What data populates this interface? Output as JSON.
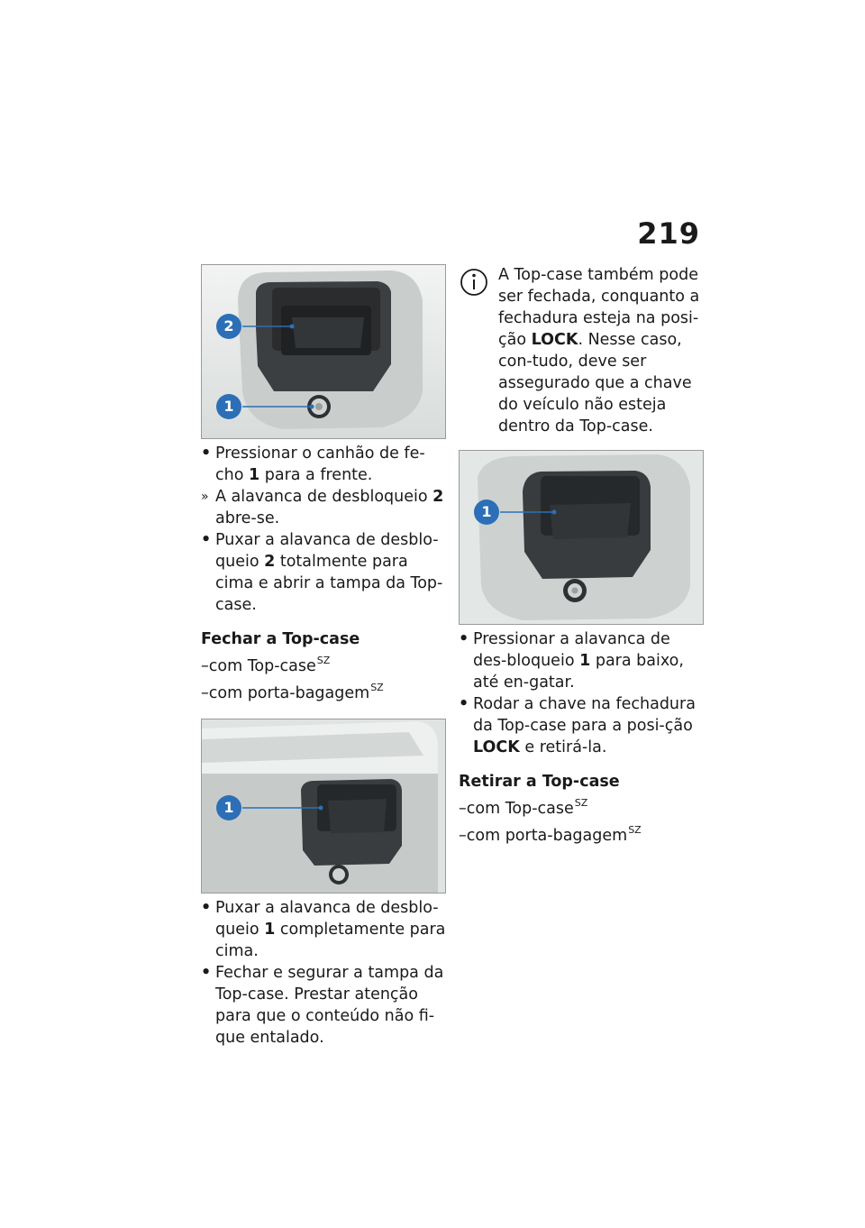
{
  "page_number": "219",
  "left_column": {
    "figure1": {
      "callouts": [
        "2",
        "1"
      ]
    },
    "steps1": [
      {
        "type": "bullet",
        "mark": "•",
        "before": "Pressionar o canhão de fe-cho ",
        "bold": "1",
        "after": " para a frente."
      },
      {
        "type": "result",
        "mark": "»",
        "before": "A alavanca de desbloqueio ",
        "bold": "2",
        "after": " abre-se."
      },
      {
        "type": "bullet",
        "mark": "•",
        "before": "Puxar a alavanca de desblo-queio ",
        "bold": "2",
        "after": " totalmente para cima e abrir a tampa da Top-case."
      }
    ],
    "heading": "Fechar a Top-case",
    "preconditions": [
      {
        "text": "–com Top-case",
        "sup": "SZ"
      },
      {
        "text": "–com porta-bagagem",
        "sup": "SZ"
      }
    ],
    "figure2": {
      "callouts": [
        "1"
      ]
    },
    "steps2": [
      {
        "type": "bullet",
        "mark": "•",
        "before": "Puxar a alavanca de desblo-queio ",
        "bold": "1",
        "after": " completamente para cima."
      },
      {
        "type": "bullet",
        "mark": "•",
        "before": "Fechar e segurar a tampa da Top-case.  Prestar atenção para que o conteúdo não fi-que entalado.",
        "bold": "",
        "after": ""
      }
    ]
  },
  "right_column": {
    "note": {
      "icon": "info-icon",
      "before": "A Top-case também pode ser fechada, conquanto a fechadura esteja na posi-ção ",
      "bold": "LOCK",
      "after": ". Nesse caso, con-tudo, deve ser assegurado que a chave do veículo não esteja dentro da Top-case."
    },
    "figure3": {
      "callouts": [
        "1"
      ]
    },
    "steps": [
      {
        "type": "bullet",
        "mark": "•",
        "before": "Pressionar a alavanca de des-bloqueio ",
        "bold": "1",
        "after": " para baixo, até en-gatar."
      },
      {
        "type": "bullet",
        "mark": "•",
        "before": "Rodar a chave na fechadura da Top-case para a posi-ção  ",
        "bold": "LOCK",
        "after": " e retirá-la."
      }
    ],
    "heading": "Retirar a Top-case",
    "preconditions": [
      {
        "text": "–com Top-case",
        "sup": "SZ"
      },
      {
        "text": "–com porta-bagagem",
        "sup": "SZ"
      }
    ]
  },
  "colors": {
    "callout": "#2c6fb7",
    "text": "#1a1a1a",
    "frame": "#9a9a9a"
  }
}
